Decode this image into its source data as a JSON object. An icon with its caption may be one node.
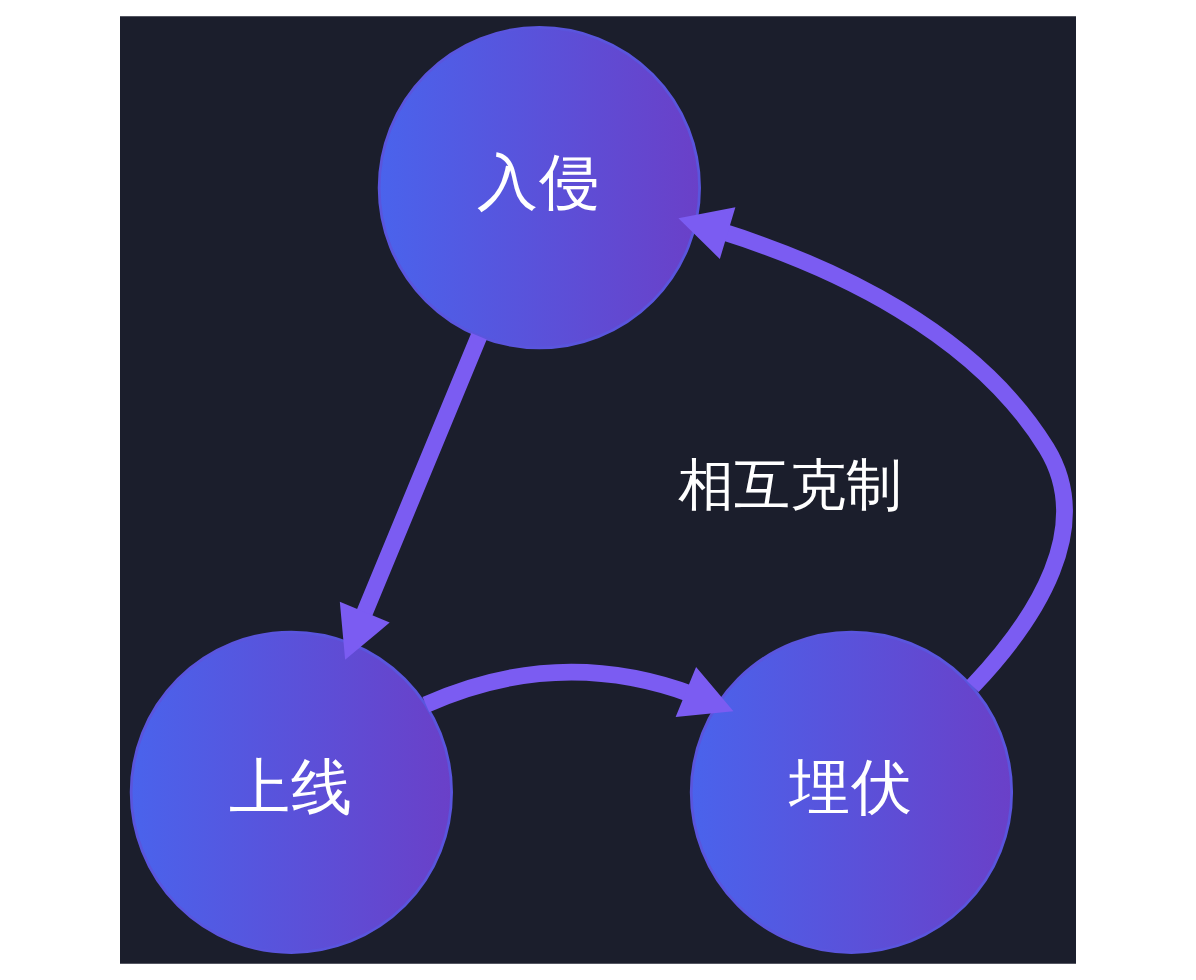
{
  "diagram": {
    "nodes": [
      {
        "text": [
          "入侵"
        ]
      },
      {
        "text": [
          "上线"
        ]
      },
      {
        "text": [
          "埋伏"
        ]
      }
    ],
    "edges": [
      {
        "from": 0,
        "to": 1,
        "arrow": "to"
      },
      {
        "from": 1,
        "to": 2,
        "arrow": "to"
      },
      {
        "from": 2,
        "to": 0,
        "arrow": "to"
      }
    ],
    "labels": [
      "相互克制"
    ]
  }
}
